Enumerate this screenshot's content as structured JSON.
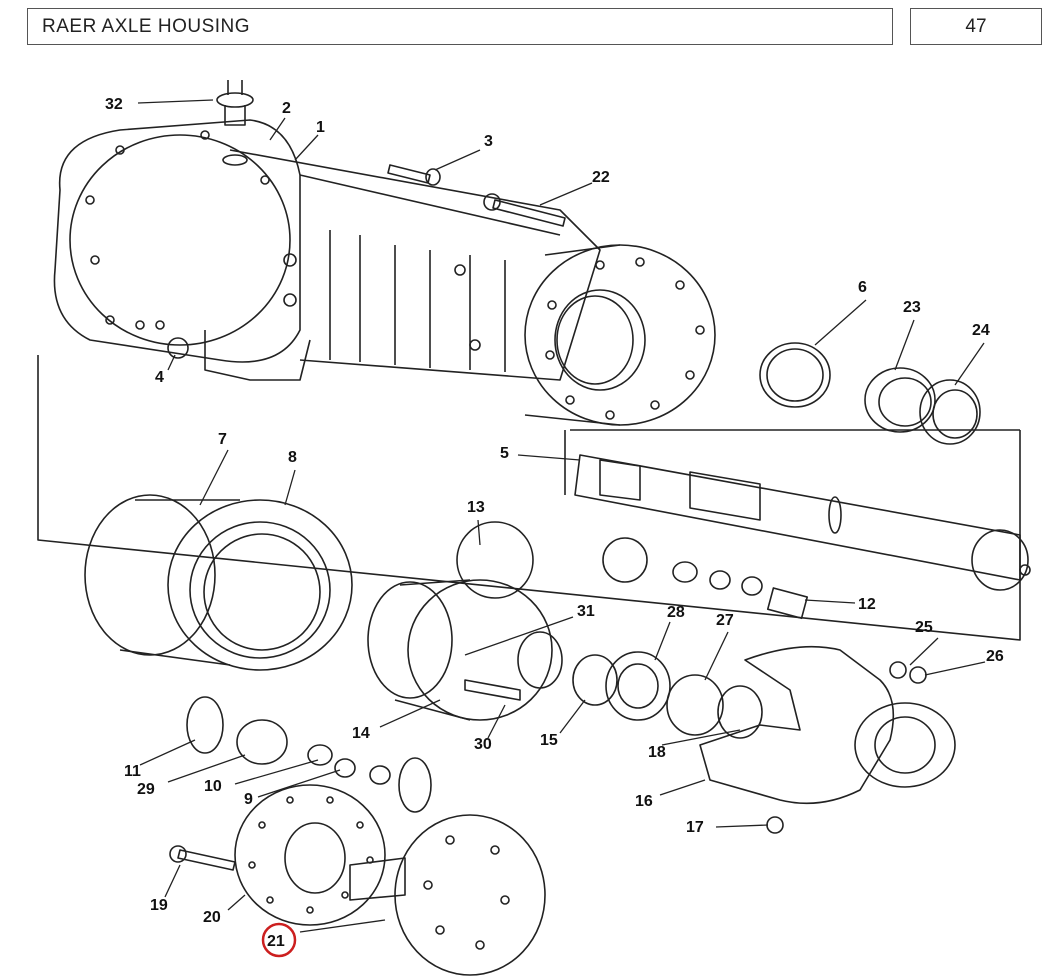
{
  "header": {
    "title": "RAER AXLE HOUSING",
    "page_number": "47"
  },
  "callouts": [
    {
      "id": "c1",
      "text": "1"
    },
    {
      "id": "c2",
      "text": "2"
    },
    {
      "id": "c3",
      "text": "3"
    },
    {
      "id": "c4",
      "text": "4"
    },
    {
      "id": "c5",
      "text": "5"
    },
    {
      "id": "c6",
      "text": "6"
    },
    {
      "id": "c7",
      "text": "7"
    },
    {
      "id": "c8",
      "text": "8"
    },
    {
      "id": "c9",
      "text": "9"
    },
    {
      "id": "c10",
      "text": "10"
    },
    {
      "id": "c11",
      "text": "11"
    },
    {
      "id": "c12",
      "text": "12"
    },
    {
      "id": "c13",
      "text": "13"
    },
    {
      "id": "c14",
      "text": "14"
    },
    {
      "id": "c15",
      "text": "15"
    },
    {
      "id": "c16",
      "text": "16"
    },
    {
      "id": "c17",
      "text": "17"
    },
    {
      "id": "c18",
      "text": "18"
    },
    {
      "id": "c19",
      "text": "19"
    },
    {
      "id": "c20",
      "text": "20"
    },
    {
      "id": "c21",
      "text": "21"
    },
    {
      "id": "c22",
      "text": "22"
    },
    {
      "id": "c23",
      "text": "23"
    },
    {
      "id": "c24",
      "text": "24"
    },
    {
      "id": "c25",
      "text": "25"
    },
    {
      "id": "c26",
      "text": "26"
    },
    {
      "id": "c27",
      "text": "27"
    },
    {
      "id": "c28",
      "text": "28"
    },
    {
      "id": "c29",
      "text": "29"
    },
    {
      "id": "c30",
      "text": "30"
    },
    {
      "id": "c31",
      "text": "31"
    },
    {
      "id": "c32",
      "text": "32"
    }
  ],
  "highlighted_callout": "21",
  "colors": {
    "line": "#222222",
    "highlight": "#cc1f1f",
    "frame": "#555555"
  }
}
